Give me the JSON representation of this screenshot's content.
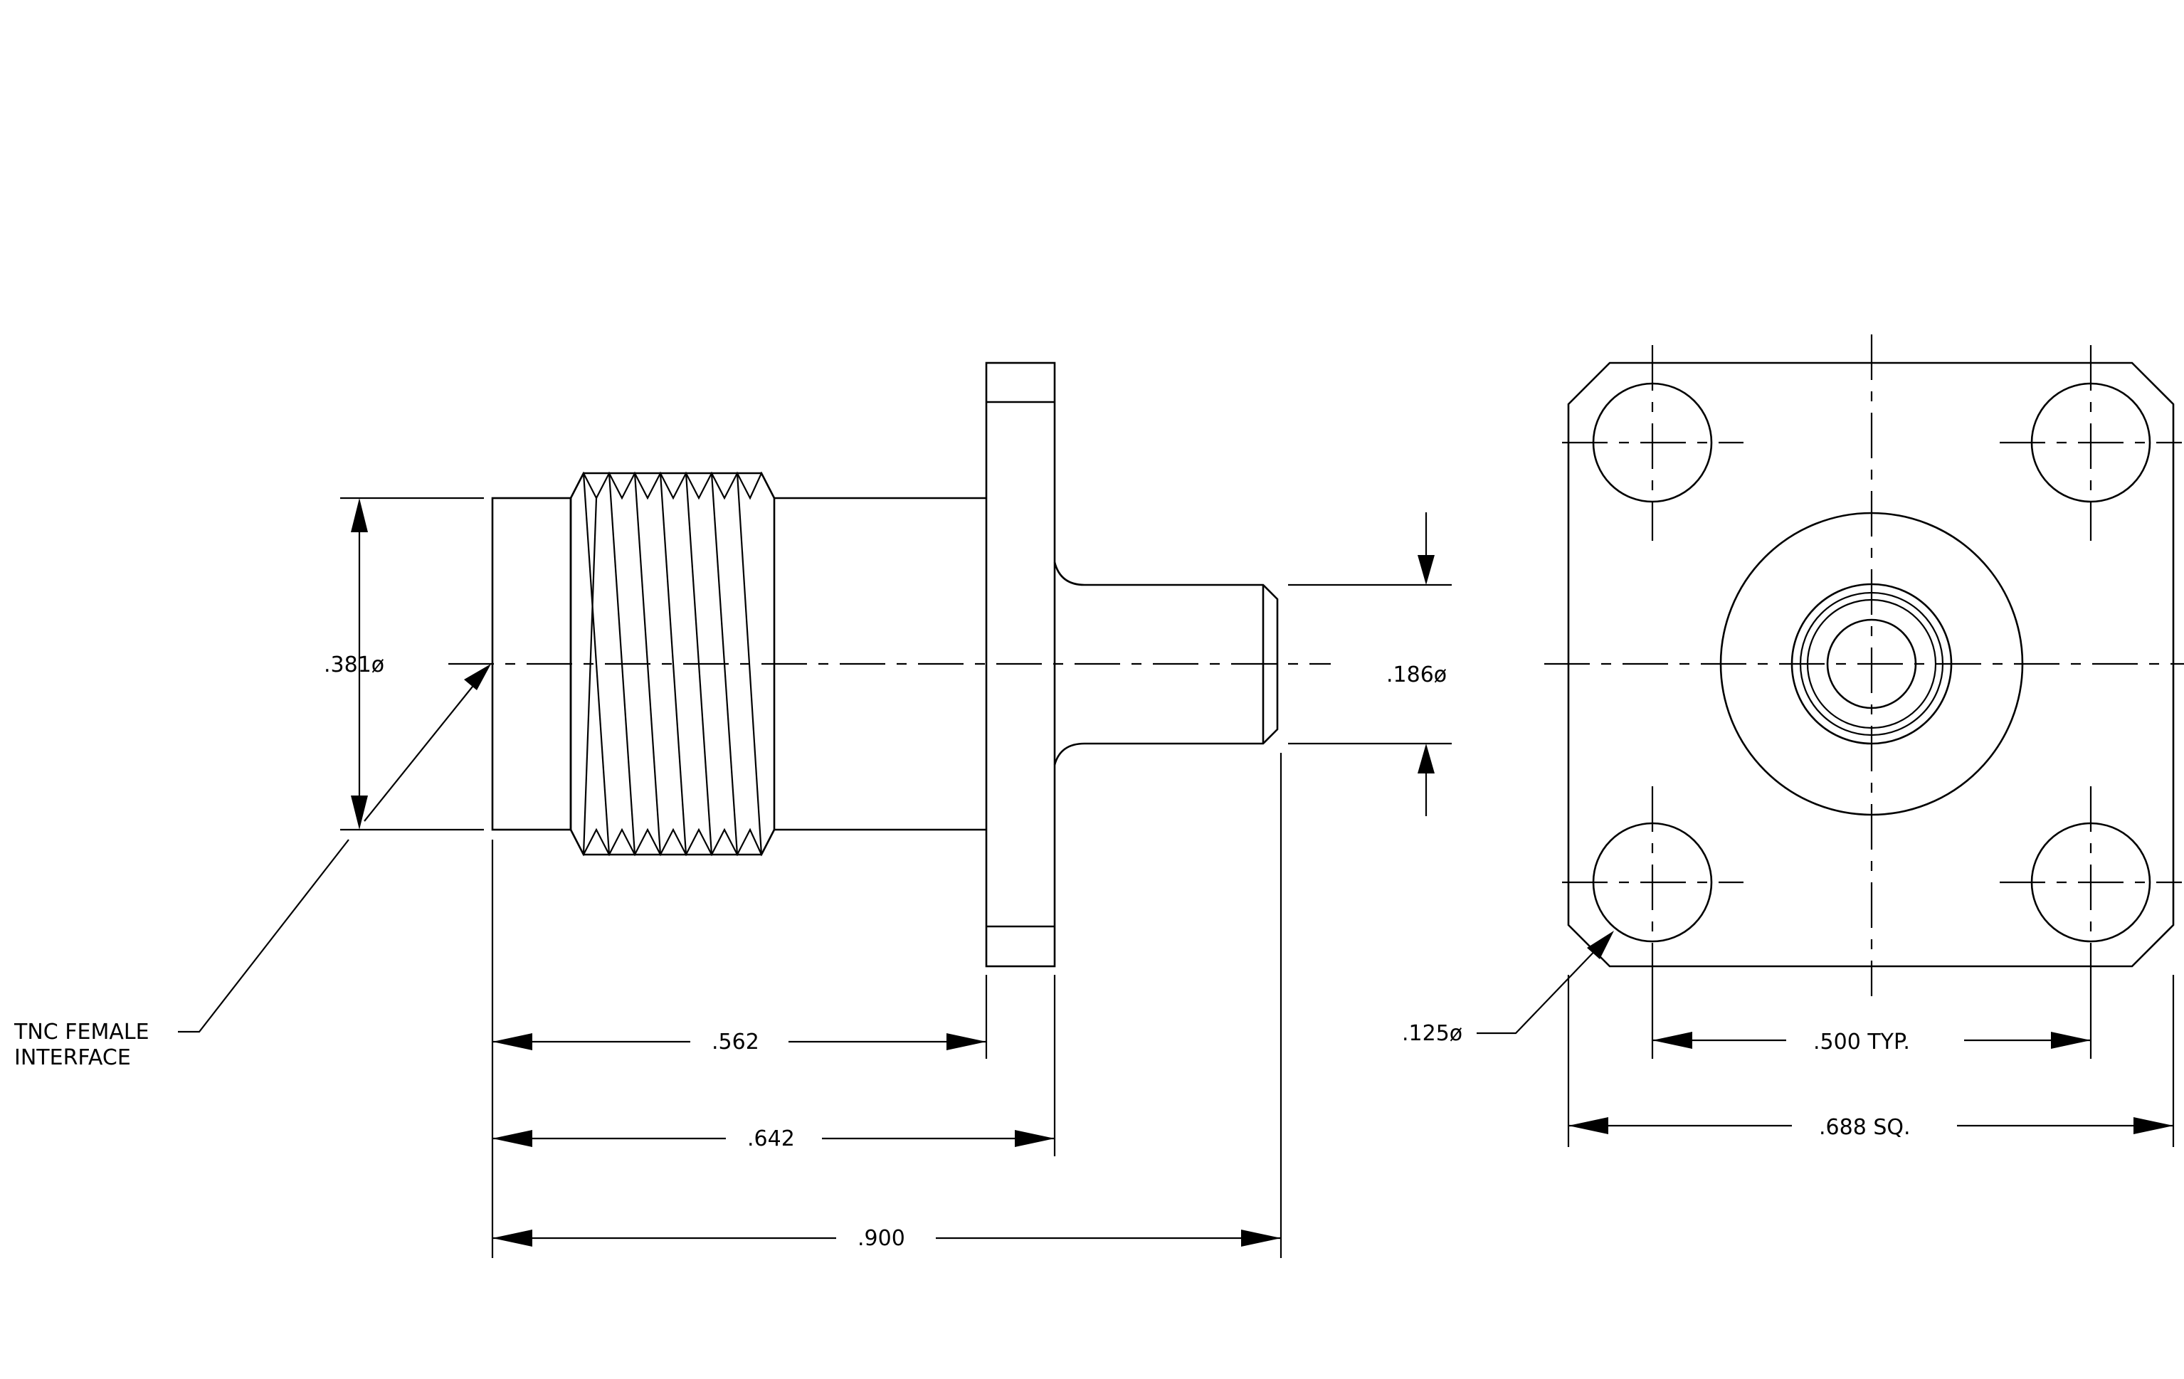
{
  "side_view": {
    "dims": {
      "body_diameter": ".381ø",
      "pin_diameter": ".186ø",
      "length_to_flange": ".562",
      "length_to_flange_back": ".642",
      "overall_length": ".900"
    },
    "callout": {
      "line1": "TNC FEMALE",
      "line2": "INTERFACE"
    }
  },
  "front_view": {
    "dims": {
      "hole_diameter": ".125ø",
      "hole_spacing": ".500 TYP.",
      "flange_size": ".688 SQ."
    }
  },
  "style": {
    "line_color": "#000000",
    "background": "#ffffff"
  }
}
